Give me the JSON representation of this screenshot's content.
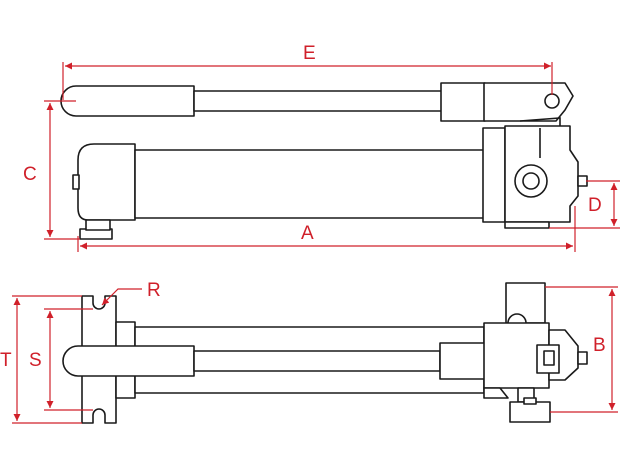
{
  "colors": {
    "outline": "#1a1a1a",
    "dimension": "#d0202a",
    "background": "#ffffff"
  },
  "dimensions": {
    "A": "A",
    "B": "B",
    "C": "C",
    "D": "D",
    "E": "E",
    "R": "R",
    "S": "S",
    "T": "T"
  }
}
